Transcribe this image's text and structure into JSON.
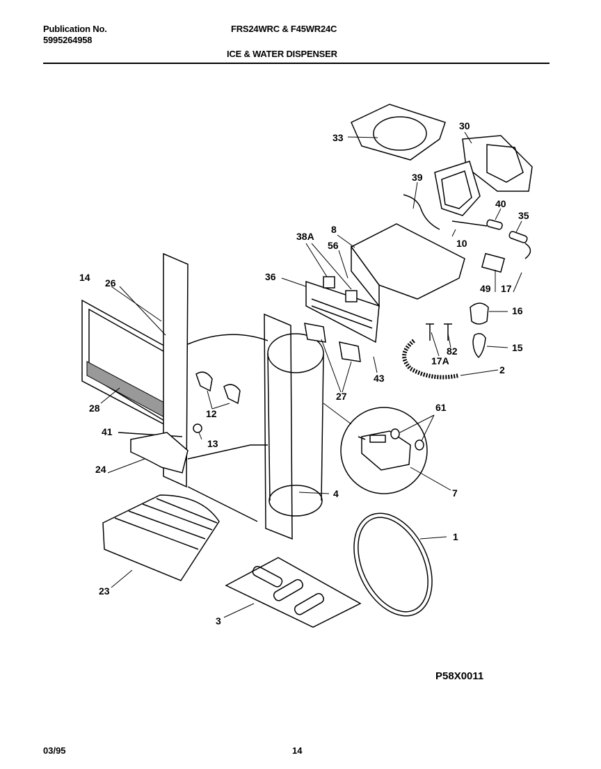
{
  "header": {
    "publication_label": "Publication No.",
    "publication_number": "5995264958",
    "models": "FRS24WRC & F45WR24C",
    "section_title": "ICE & WATER DISPENSER"
  },
  "diagram": {
    "part_labels": {
      "p1": "1",
      "p2": "2",
      "p3": "3",
      "p4": "4",
      "p7": "7",
      "p8": "8",
      "p10": "10",
      "p12": "12",
      "p13": "13",
      "p14": "14",
      "p15": "15",
      "p16": "16",
      "p17": "17",
      "p17a": "17A",
      "p23": "23",
      "p24": "24",
      "p26": "26",
      "p27": "27",
      "p28": "28",
      "p30": "30",
      "p33": "33",
      "p35": "35",
      "p36": "36",
      "p38a": "38A",
      "p39": "39",
      "p40": "40",
      "p41": "41",
      "p43": "43",
      "p49": "49",
      "p56": "56",
      "p61": "61",
      "p82": "82"
    },
    "drawing_code": "P58X0011"
  },
  "footer": {
    "date": "03/95",
    "page_number": "14"
  }
}
